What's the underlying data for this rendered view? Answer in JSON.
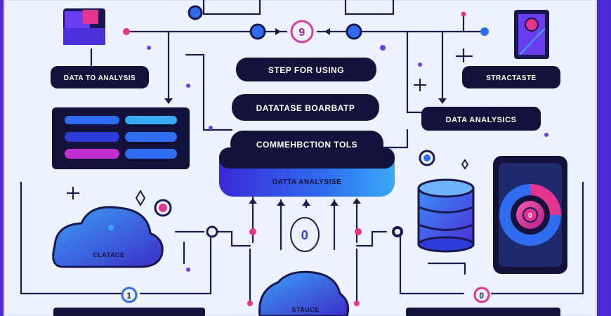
{
  "labels": {
    "data_to_analysis": "DATA TO ANALYSIS",
    "step_for_using": "STEP FOR USING",
    "database_dashboard": "DATATASE BOARBATP",
    "connection_tools": "COMMEHBCTION TOLS",
    "data_analysis_platform": "DATTA ANALYSISE",
    "strategy": "STRACTASTE",
    "data_analysis": "DATA ANALYSICS",
    "cloud_left": "CLATACE",
    "cloud_bottom": "STAUCE",
    "top_badge": "9",
    "mid_badge": "0",
    "bottom_badge_left": "1",
    "bottom_badge_right": "0",
    "phone_center": "0"
  },
  "colors": {
    "frame": "#4a2bd6",
    "panel": "#eef2ff",
    "line": "#1e1b4b",
    "dark": "#14123a",
    "navy": "#1a1850",
    "blue": "#2f6df0",
    "sky": "#38a9f5",
    "pink": "#e6338f",
    "purple": "#6a3ef0",
    "magenta": "#c22fd0",
    "cyan": "#2fe0f0"
  }
}
